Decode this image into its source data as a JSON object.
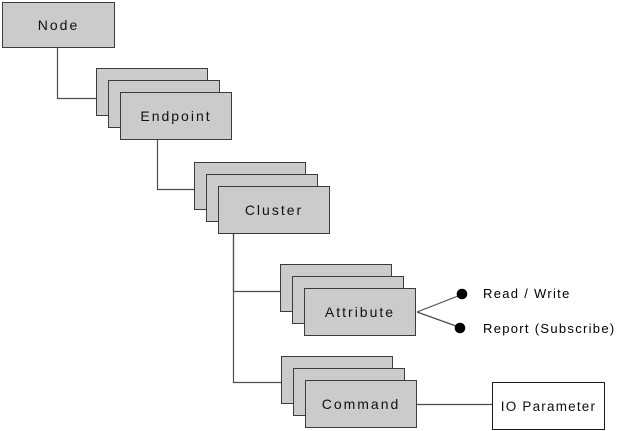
{
  "diagram": {
    "nodes": {
      "node": {
        "label": "Node"
      },
      "endpoint": {
        "label": "Endpoint"
      },
      "cluster": {
        "label": "Cluster"
      },
      "attribute": {
        "label": "Attribute"
      },
      "command": {
        "label": "Command"
      },
      "io_parameter": {
        "label": "IO Parameter"
      }
    },
    "annotations": {
      "read_write": {
        "label": "Read / Write"
      },
      "report_subscribe": {
        "label": "Report (Subscribe)"
      }
    },
    "edges": [
      {
        "from": "Node",
        "to": "Endpoint"
      },
      {
        "from": "Endpoint",
        "to": "Cluster"
      },
      {
        "from": "Cluster",
        "to": "Attribute"
      },
      {
        "from": "Cluster",
        "to": "Command"
      },
      {
        "from": "Attribute",
        "to": "Read / Write"
      },
      {
        "from": "Attribute",
        "to": "Report (Subscribe)"
      },
      {
        "from": "Command",
        "to": "IO Parameter"
      }
    ],
    "colors": {
      "background": "#ffffff",
      "box_fill": "#cbcbcb",
      "box_border": "#3c3c3c",
      "io_box_fill": "#ffffff",
      "io_box_border": "#1a1a1a",
      "connector": "#4d4d4d",
      "bullet": "#000000",
      "text": "#111111"
    }
  }
}
